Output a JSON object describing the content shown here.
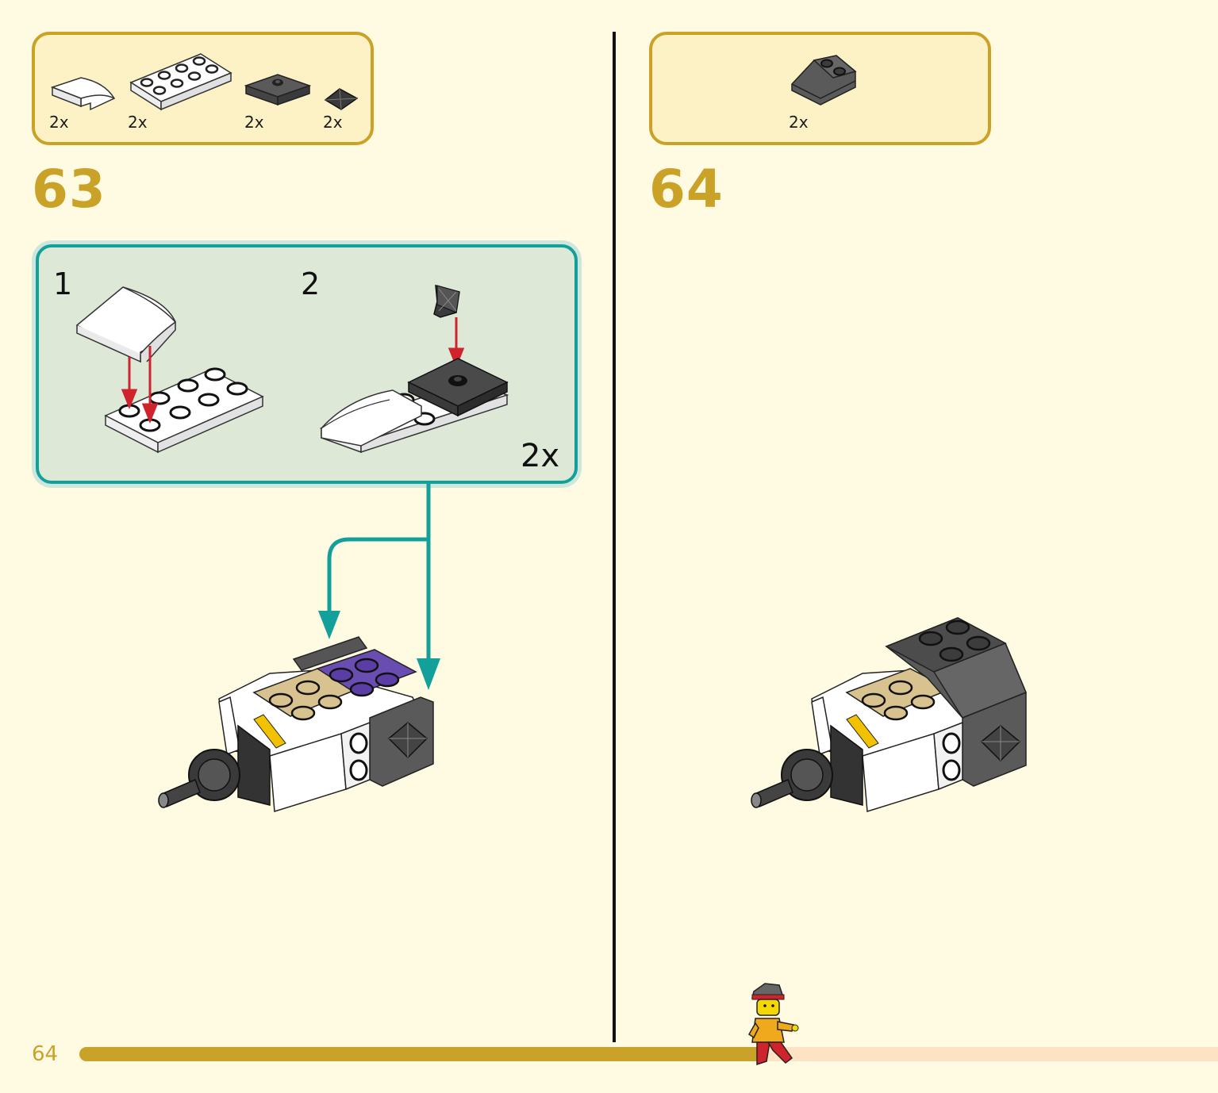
{
  "page": {
    "number": "64"
  },
  "progress": {
    "fraction": 0.6
  },
  "step63": {
    "number": "63",
    "parts": [
      {
        "icon": "white-curved-slope-brick-icon",
        "qty": "2x"
      },
      {
        "icon": "white-plate-2x4-icon",
        "qty": "2x"
      },
      {
        "icon": "dark-grey-jumper-plate-icon",
        "qty": "2x"
      },
      {
        "icon": "black-pyramid-tile-icon",
        "qty": "2x"
      }
    ],
    "subassembly": {
      "substeps": [
        "1",
        "2"
      ],
      "multiplier": "2x"
    }
  },
  "step64": {
    "number": "64",
    "parts": [
      {
        "icon": "dark-grey-slope-brick-icon",
        "qty": "2x"
      }
    ]
  },
  "colors": {
    "background": "#fffbe3",
    "accent_gold": "#c9a227",
    "parts_box": "#fdf2c6",
    "subassembly_teal": "#14a09a",
    "subassembly_bg": "#dde8d7",
    "arrow_red": "#d0242c",
    "progress_remaining": "#fde2c3"
  }
}
